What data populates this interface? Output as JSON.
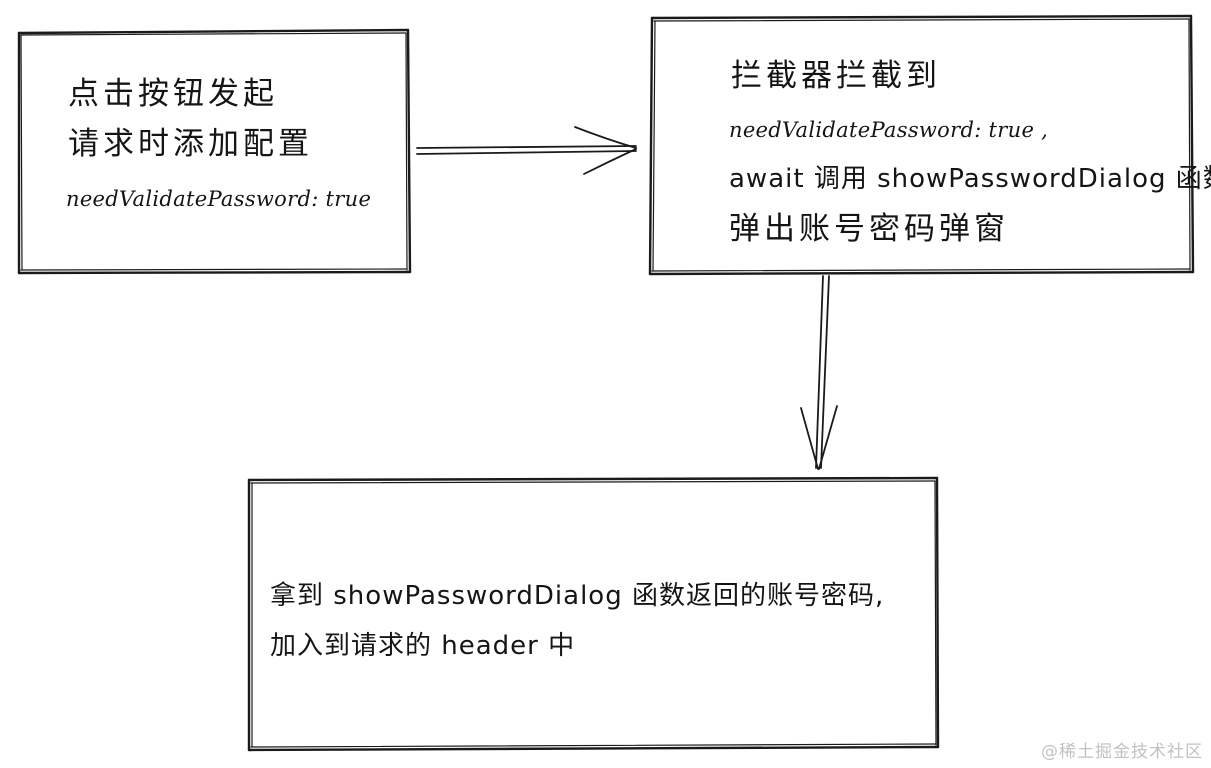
{
  "nodes": {
    "start": {
      "line1": "点击按钮发起",
      "line2": "请求时添加配置",
      "code": "needValidatePassword: true"
    },
    "intercept": {
      "line1": "拦截器拦截到",
      "code": "needValidatePassword: true ,",
      "line3": "await 调用 showPasswordDialog 函数",
      "line4": "弹出账号密码弹窗"
    },
    "result": {
      "line1": "拿到 showPasswordDialog 函数返回的账号密码,",
      "line2": "加入到请求的 header 中"
    }
  },
  "watermark": "@稀土掘金技术社区"
}
